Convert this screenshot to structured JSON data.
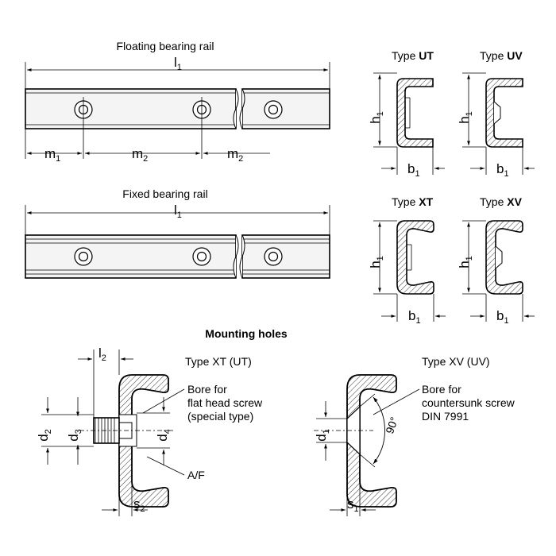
{
  "floating_rail": {
    "title": "Floating bearing rail",
    "l": "l",
    "l_sub": "1",
    "m1": "m",
    "m1_sub": "1",
    "m2a": "m",
    "m2a_sub": "2",
    "m2b": "m",
    "m2b_sub": "2"
  },
  "fixed_rail": {
    "title": "Fixed bearing rail",
    "l": "l",
    "l_sub": "1"
  },
  "types": {
    "ut": {
      "prefix": "Type ",
      "code": "UT"
    },
    "uv": {
      "prefix": "Type ",
      "code": "UV"
    },
    "xt": {
      "prefix": "Type ",
      "code": "XT"
    },
    "xv": {
      "prefix": "Type ",
      "code": "XV"
    },
    "h": "h",
    "h_sub": "1",
    "b": "b",
    "b_sub": "1"
  },
  "mounting": {
    "title": "Mounting holes",
    "xt_title": "Type XT (UT)",
    "xv_title": "Type XV (UV)",
    "xt_note1": "Bore for",
    "xt_note2": "flat head screw",
    "xt_note3": "(special type)",
    "af": "A/F",
    "xv_note1": "Bore for",
    "xv_note2": "countersunk screw",
    "xv_note3": "DIN 7991",
    "angle": "90°",
    "l2": "l",
    "l2_sub": "2",
    "d1": "d",
    "d1_sub": "1",
    "d2": "d",
    "d2_sub": "2",
    "d3": "d",
    "d3_sub": "3",
    "d4": "d",
    "d4_sub": "4",
    "s1": "s",
    "s1_sub": "1",
    "s2": "s",
    "s2_sub": "2"
  }
}
